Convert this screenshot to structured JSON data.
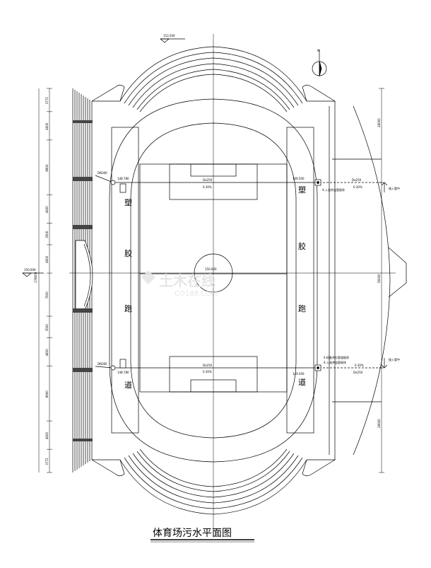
{
  "title": "体育场污水平面图",
  "north": "N",
  "elev_top": "153.500",
  "elev_left": "150.000",
  "elev_center": "150.000",
  "track_chars": [
    "塑",
    "胶",
    "跑",
    "道"
  ],
  "left_dims": [
    "3772",
    "4600",
    "8900",
    "4600",
    "3500",
    "4600",
    "7000",
    "3500",
    "4600",
    "8900",
    "4600",
    "3772"
  ],
  "left_total": "178000",
  "right_dims": [
    "28000",
    "56000",
    "28000"
  ],
  "pipe_top": {
    "left_size": "DN300",
    "left_elev": "148.780",
    "mid_label1": "De250",
    "mid_label2": "0.30%",
    "right_elev": "149.500",
    "right_size1": "De250",
    "right_size2": "0.30%",
    "well_note": "4.入流井连管接排",
    "outlet": "接入管中"
  },
  "pipe_bottom": {
    "left_size": "DN300",
    "left_elev": "148.780",
    "mid_label1": "De250",
    "mid_label2": "0.30%",
    "right_elev": "149.500",
    "right_size1": "0.30%",
    "right_size2": "De250",
    "well_note1": "4.检查井位管道接排",
    "well_note2": "4.入流井连管接排",
    "outlet": "接入管中"
  },
  "watermark": "土木在线",
  "watermark_url": "CO188.COM"
}
